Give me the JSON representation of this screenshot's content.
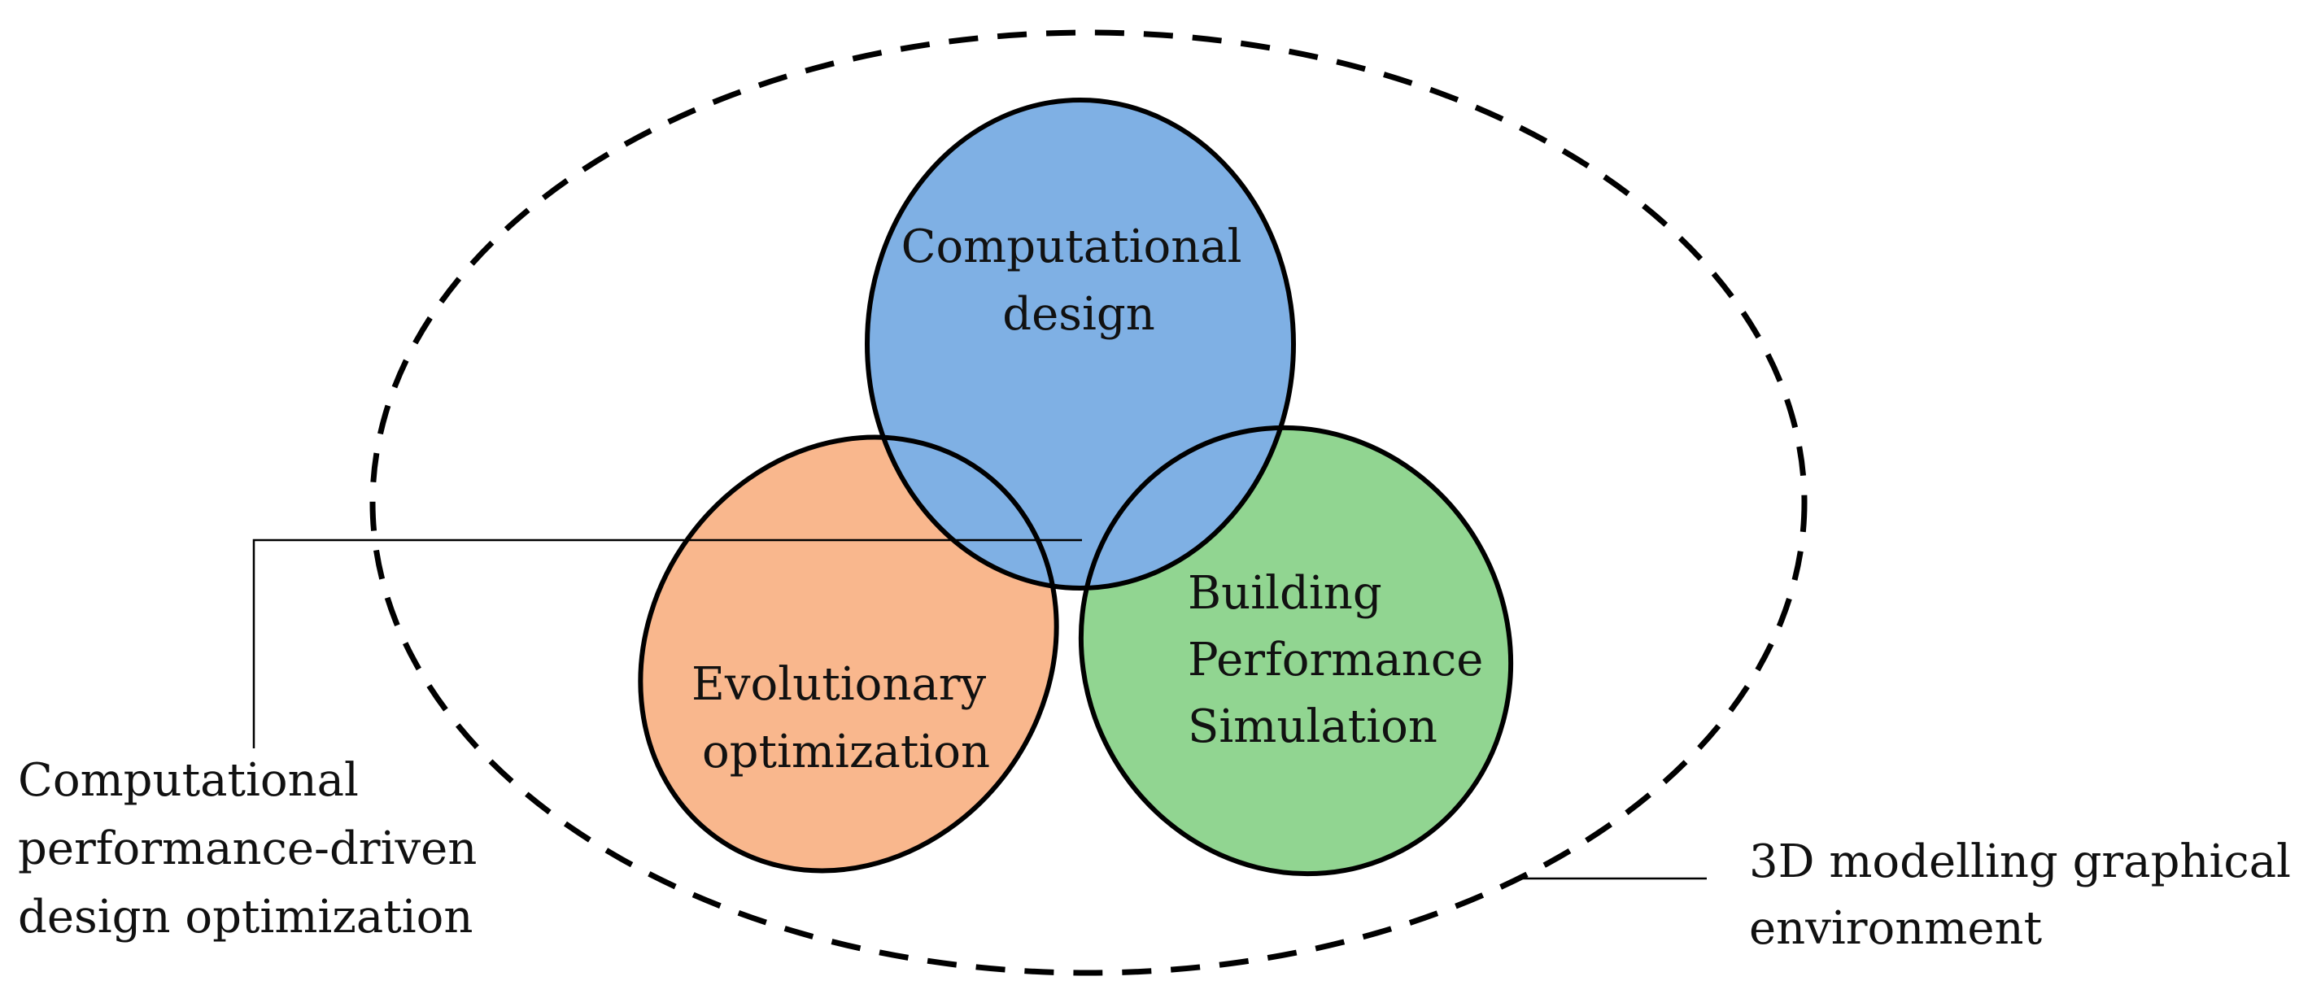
{
  "diagram": {
    "sets": [
      {
        "id": "computational-design",
        "lines": [
          "Computational",
          "design"
        ],
        "color": "#7fb0e4"
      },
      {
        "id": "evolutionary-optimization",
        "lines": [
          "Evolutionary",
          "optimization"
        ],
        "color": "#f9b78d"
      },
      {
        "id": "building-performance-simulation",
        "lines": [
          "Building",
          "Performance",
          "Simulation"
        ],
        "color": "#91d591"
      }
    ],
    "intersection_label": {
      "lines": [
        "Computational",
        "performance-driven",
        "design optimization"
      ]
    },
    "environment_label": {
      "lines": [
        "3D modelling graphical",
        "environment"
      ]
    },
    "colors": {
      "outline": "#000000",
      "text": "#111111",
      "background": "#ffffff"
    }
  }
}
